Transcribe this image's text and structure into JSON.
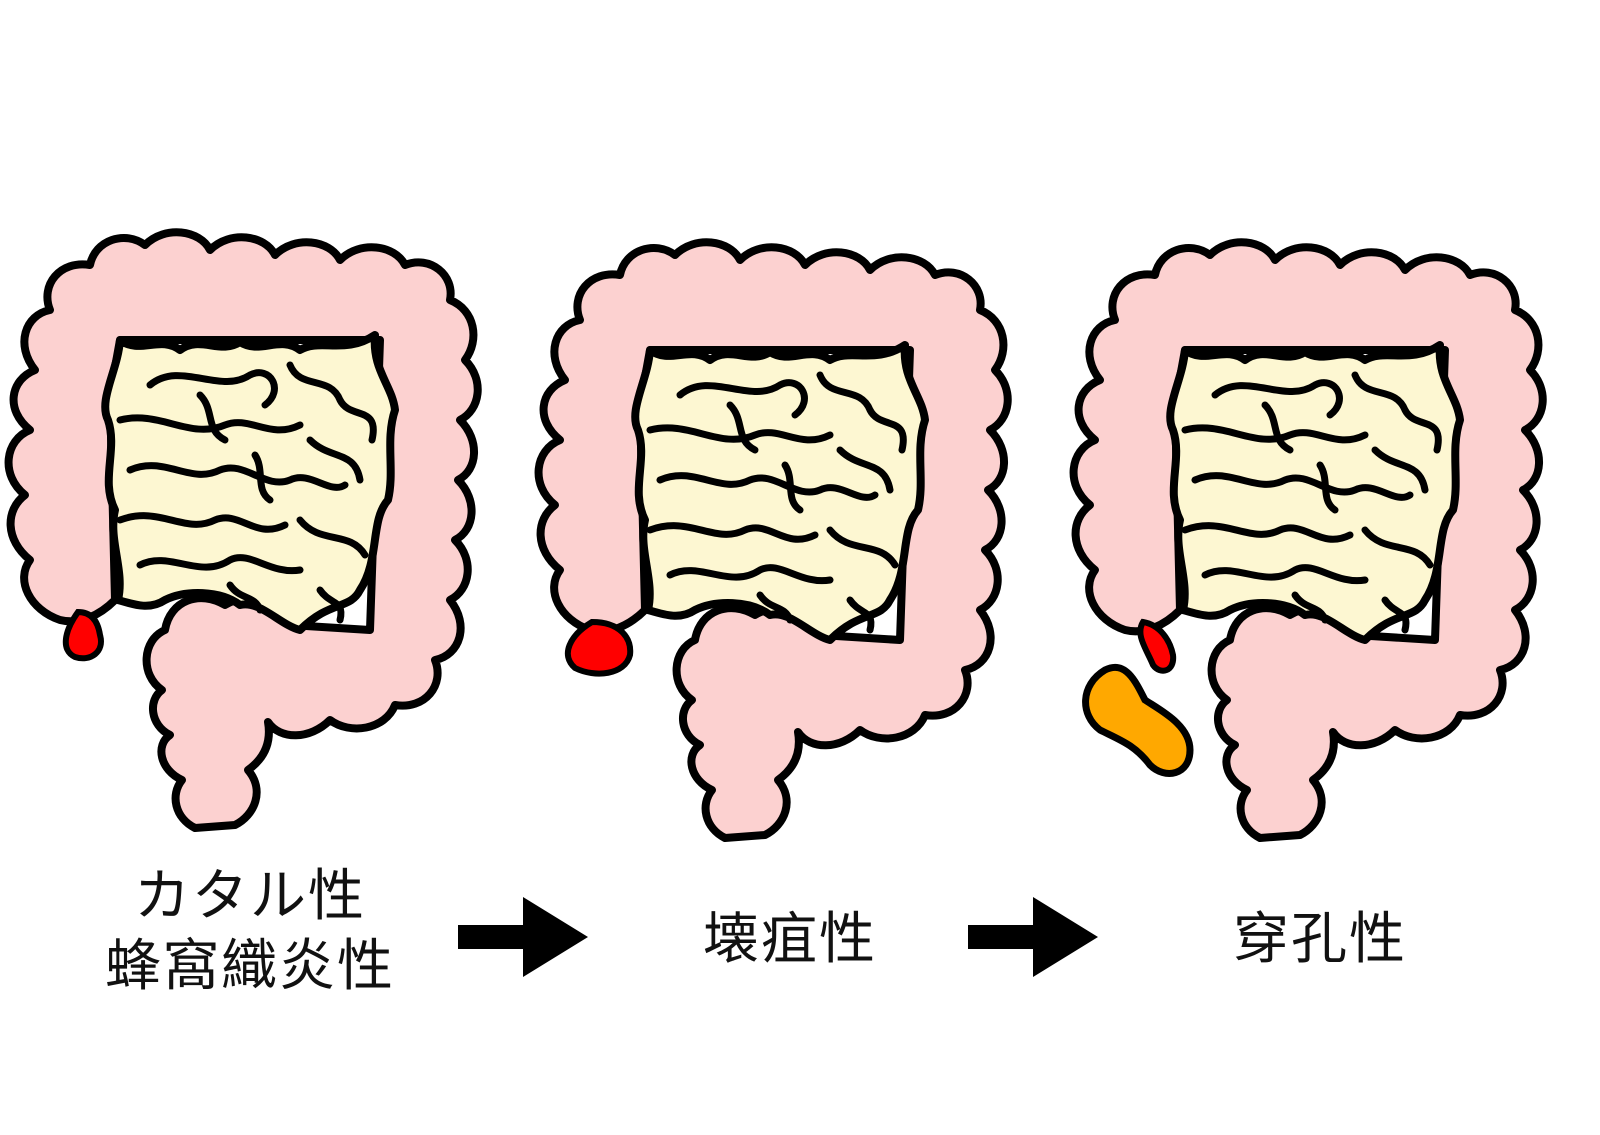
{
  "stages": [
    {
      "id": "catarrhal",
      "label_lines": [
        "カタル性",
        "蜂窩織炎性"
      ],
      "appendix": "inflamed"
    },
    {
      "id": "gangrenous",
      "label_lines": [
        "壊疽性"
      ],
      "appendix": "swollen"
    },
    {
      "id": "perforated",
      "label_lines": [
        "穿孔性"
      ],
      "appendix": "perforated"
    }
  ],
  "colors": {
    "colon": "#fcd1d0",
    "small_intestine": "#fdf7d2",
    "appendix": "#ff0000",
    "abscess": "#ffa800",
    "outline": "#000000"
  },
  "icons": [
    "colon-illustration",
    "appendix-icon",
    "arrow-right-icon",
    "abscess-icon"
  ]
}
